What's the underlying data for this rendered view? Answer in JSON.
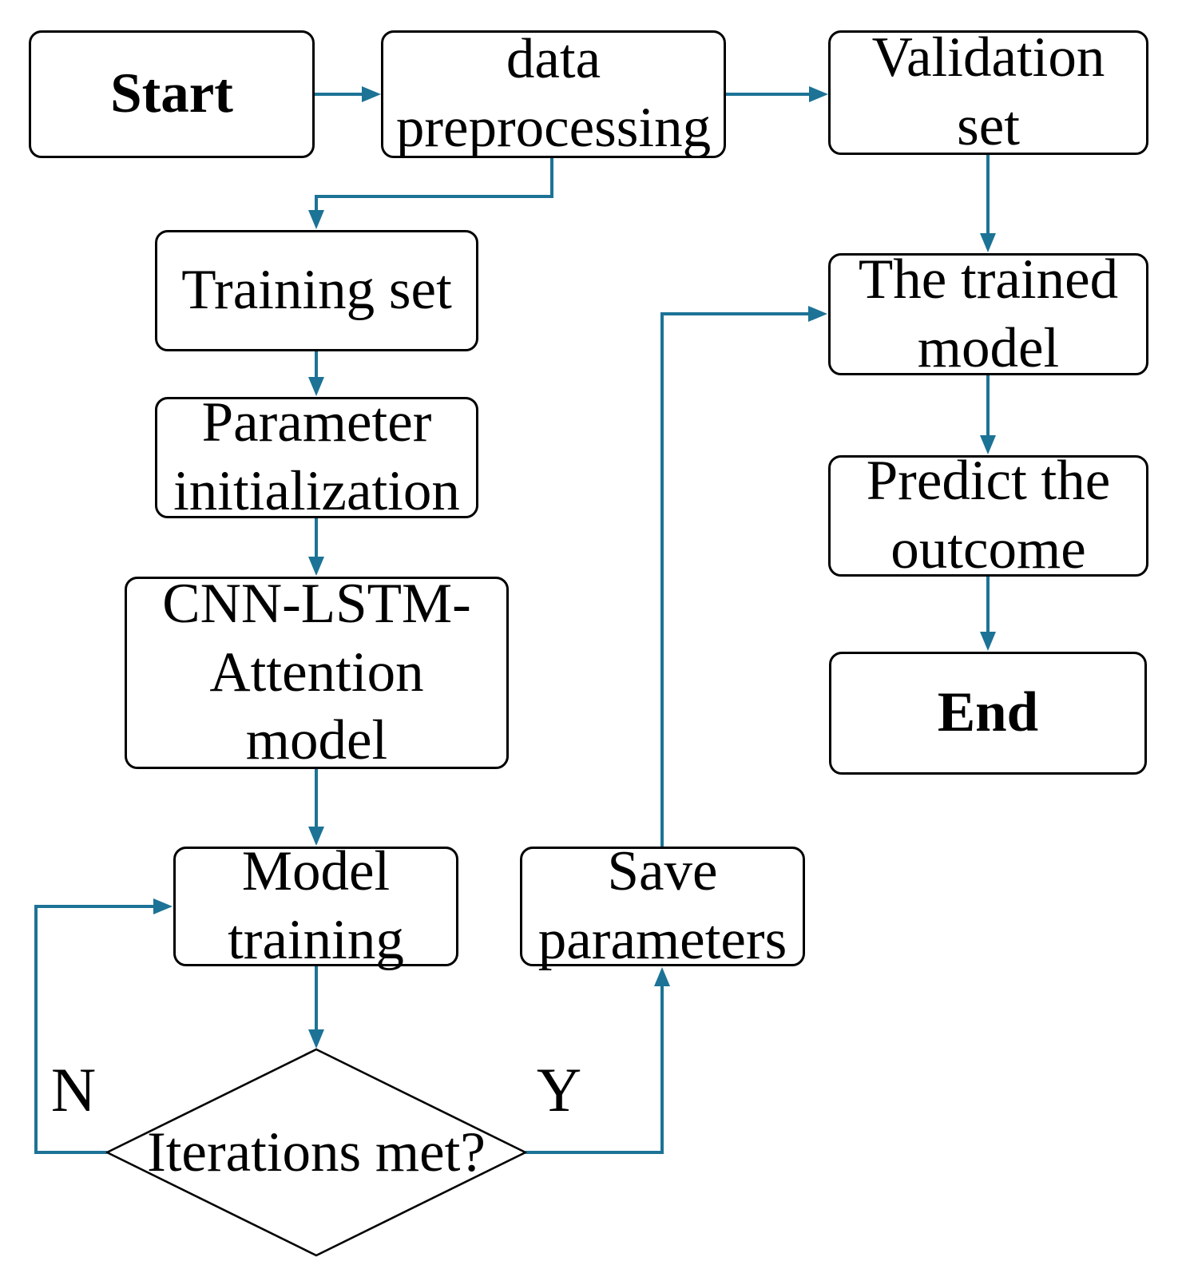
{
  "diagram_title": "CNN-LSTM-Attention model training flowchart",
  "colors": {
    "accent": "#1c7396",
    "node_border": "#000000",
    "text": "#000000",
    "background": "#ffffff"
  },
  "nodes": {
    "start": {
      "label": "Start"
    },
    "data_preprocessing": {
      "label": "data\npreprocessing"
    },
    "validation_set": {
      "label": "Validation\nset"
    },
    "training_set": {
      "label": "Training set"
    },
    "parameter_initialization": {
      "label": "Parameter\ninitialization"
    },
    "cnn_lstm_attention_model": {
      "label": "CNN-LSTM-\nAttention\nmodel"
    },
    "model_training": {
      "label": "Model\ntraining"
    },
    "decision_iterations": {
      "label": "Iterations met?"
    },
    "save_parameters": {
      "label": "Save\nparameters"
    },
    "trained_model": {
      "label": "The trained\nmodel"
    },
    "predict_outcome": {
      "label": "Predict the\noutcome"
    },
    "end": {
      "label": "End"
    }
  },
  "branch_labels": {
    "no": "N",
    "yes": "Y"
  },
  "edges": [
    {
      "from": "Start",
      "to": "data preprocessing",
      "label": ""
    },
    {
      "from": "data preprocessing",
      "to": "Validation set",
      "label": ""
    },
    {
      "from": "data preprocessing",
      "to": "Training set",
      "label": ""
    },
    {
      "from": "Training set",
      "to": "Parameter initialization",
      "label": ""
    },
    {
      "from": "Parameter initialization",
      "to": "CNN-LSTM-Attention model",
      "label": ""
    },
    {
      "from": "CNN-LSTM-Attention model",
      "to": "Model training",
      "label": ""
    },
    {
      "from": "Model training",
      "to": "Iterations met?",
      "label": ""
    },
    {
      "from": "Iterations met?",
      "to": "Model training",
      "label": "N"
    },
    {
      "from": "Iterations met?",
      "to": "Save parameters",
      "label": "Y"
    },
    {
      "from": "Save parameters",
      "to": "The trained model",
      "label": ""
    },
    {
      "from": "Validation set",
      "to": "The trained model",
      "label": ""
    },
    {
      "from": "The trained model",
      "to": "Predict the outcome",
      "label": ""
    },
    {
      "from": "Predict the outcome",
      "to": "End",
      "label": ""
    }
  ]
}
